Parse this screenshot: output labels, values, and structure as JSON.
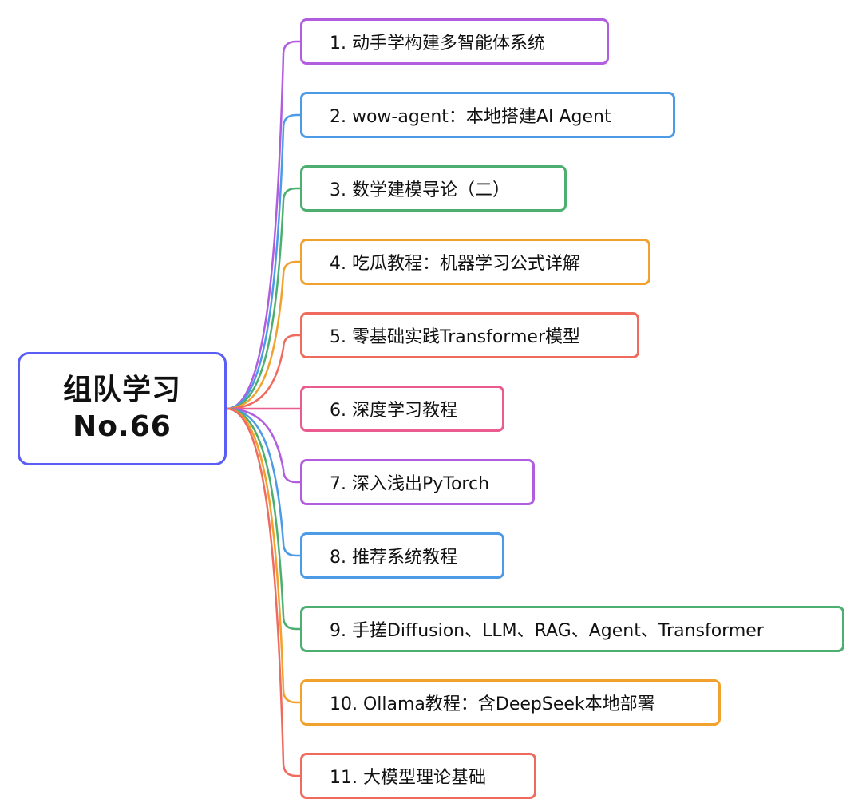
{
  "root": {
    "line1": "组队学习",
    "line2": "No.66"
  },
  "branches": [
    {
      "label": "1.  动手学构建多智能体系统",
      "color": "#b15ddf"
    },
    {
      "label": "2.  wow-agent：本地搭建AI Agent",
      "color": "#4d9be6"
    },
    {
      "label": "3.  数学建模导论（二）",
      "color": "#4caf70"
    },
    {
      "label": "4.  吃瓜教程：机器学习公式详解",
      "color": "#f1a12d"
    },
    {
      "label": "5.  零基础实践Transformer模型",
      "color": "#ef6b5d"
    },
    {
      "label": "6.  深度学习教程",
      "color": "#ea5b90"
    },
    {
      "label": "7.  深入浅出PyTorch",
      "color": "#b15ddf"
    },
    {
      "label": "8.  推荐系统教程",
      "color": "#4d9be6"
    },
    {
      "label": "9.  手搓Diffusion、LLM、RAG、Agent、Transformer",
      "color": "#4caf70"
    },
    {
      "label": "10.  Ollama教程：含DeepSeek本地部署",
      "color": "#f1a12d"
    },
    {
      "label": "11.  大模型理论基础",
      "color": "#ef6b5d"
    }
  ],
  "colors": {
    "root_border": "#5b5ef4"
  }
}
